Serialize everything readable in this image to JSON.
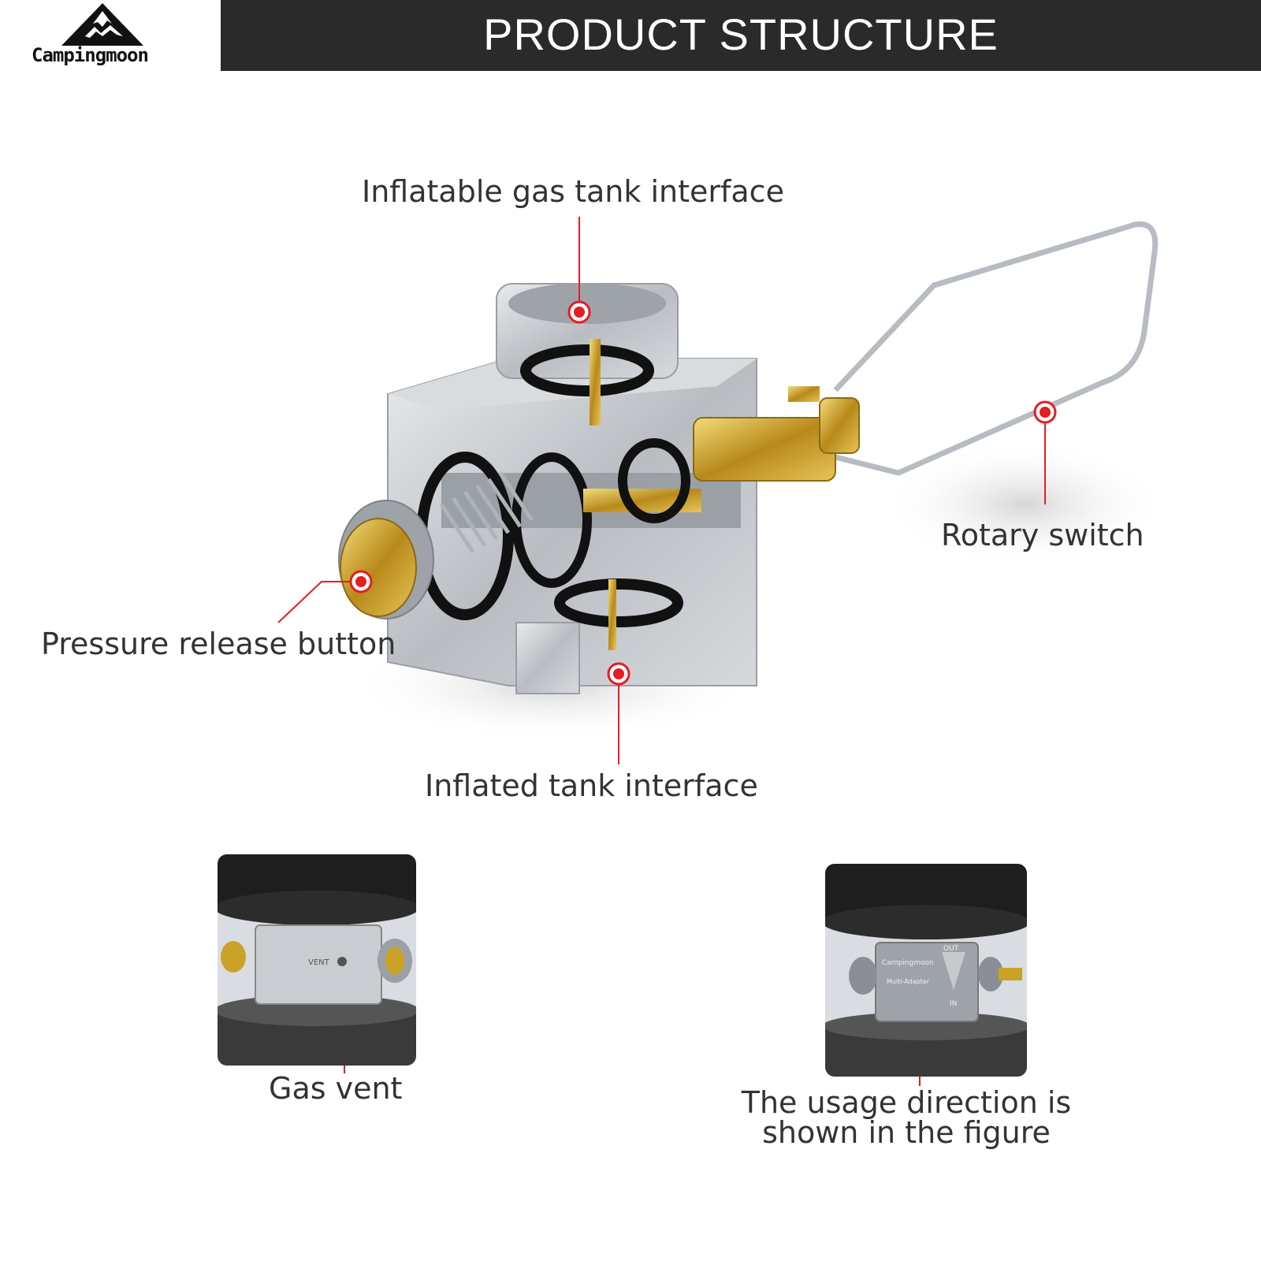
{
  "header": {
    "logo_text": "Campingmoon",
    "title": "PRODUCT STRUCTURE"
  },
  "callouts": {
    "inflatable_interface": "Inflatable gas tank interface",
    "rotary_switch": "Rotary switch",
    "pressure_release": "Pressure release button",
    "inflated_interface": "Inflated tank interface",
    "gas_vent": "Gas vent",
    "usage_direction": "The usage direction is shown in the figure"
  },
  "photos": {
    "vent_photo_marking": "VENT",
    "direction_photo_brand": "Campingmoon",
    "direction_photo_model": "Multi-Adapter",
    "direction_photo_out": "OUT",
    "direction_photo_in": "IN"
  },
  "colors": {
    "accent_red": "#e31e24",
    "header_bg": "#2a2a2a",
    "brass": "#c9a227",
    "aluminum": "#c8cbd0"
  }
}
